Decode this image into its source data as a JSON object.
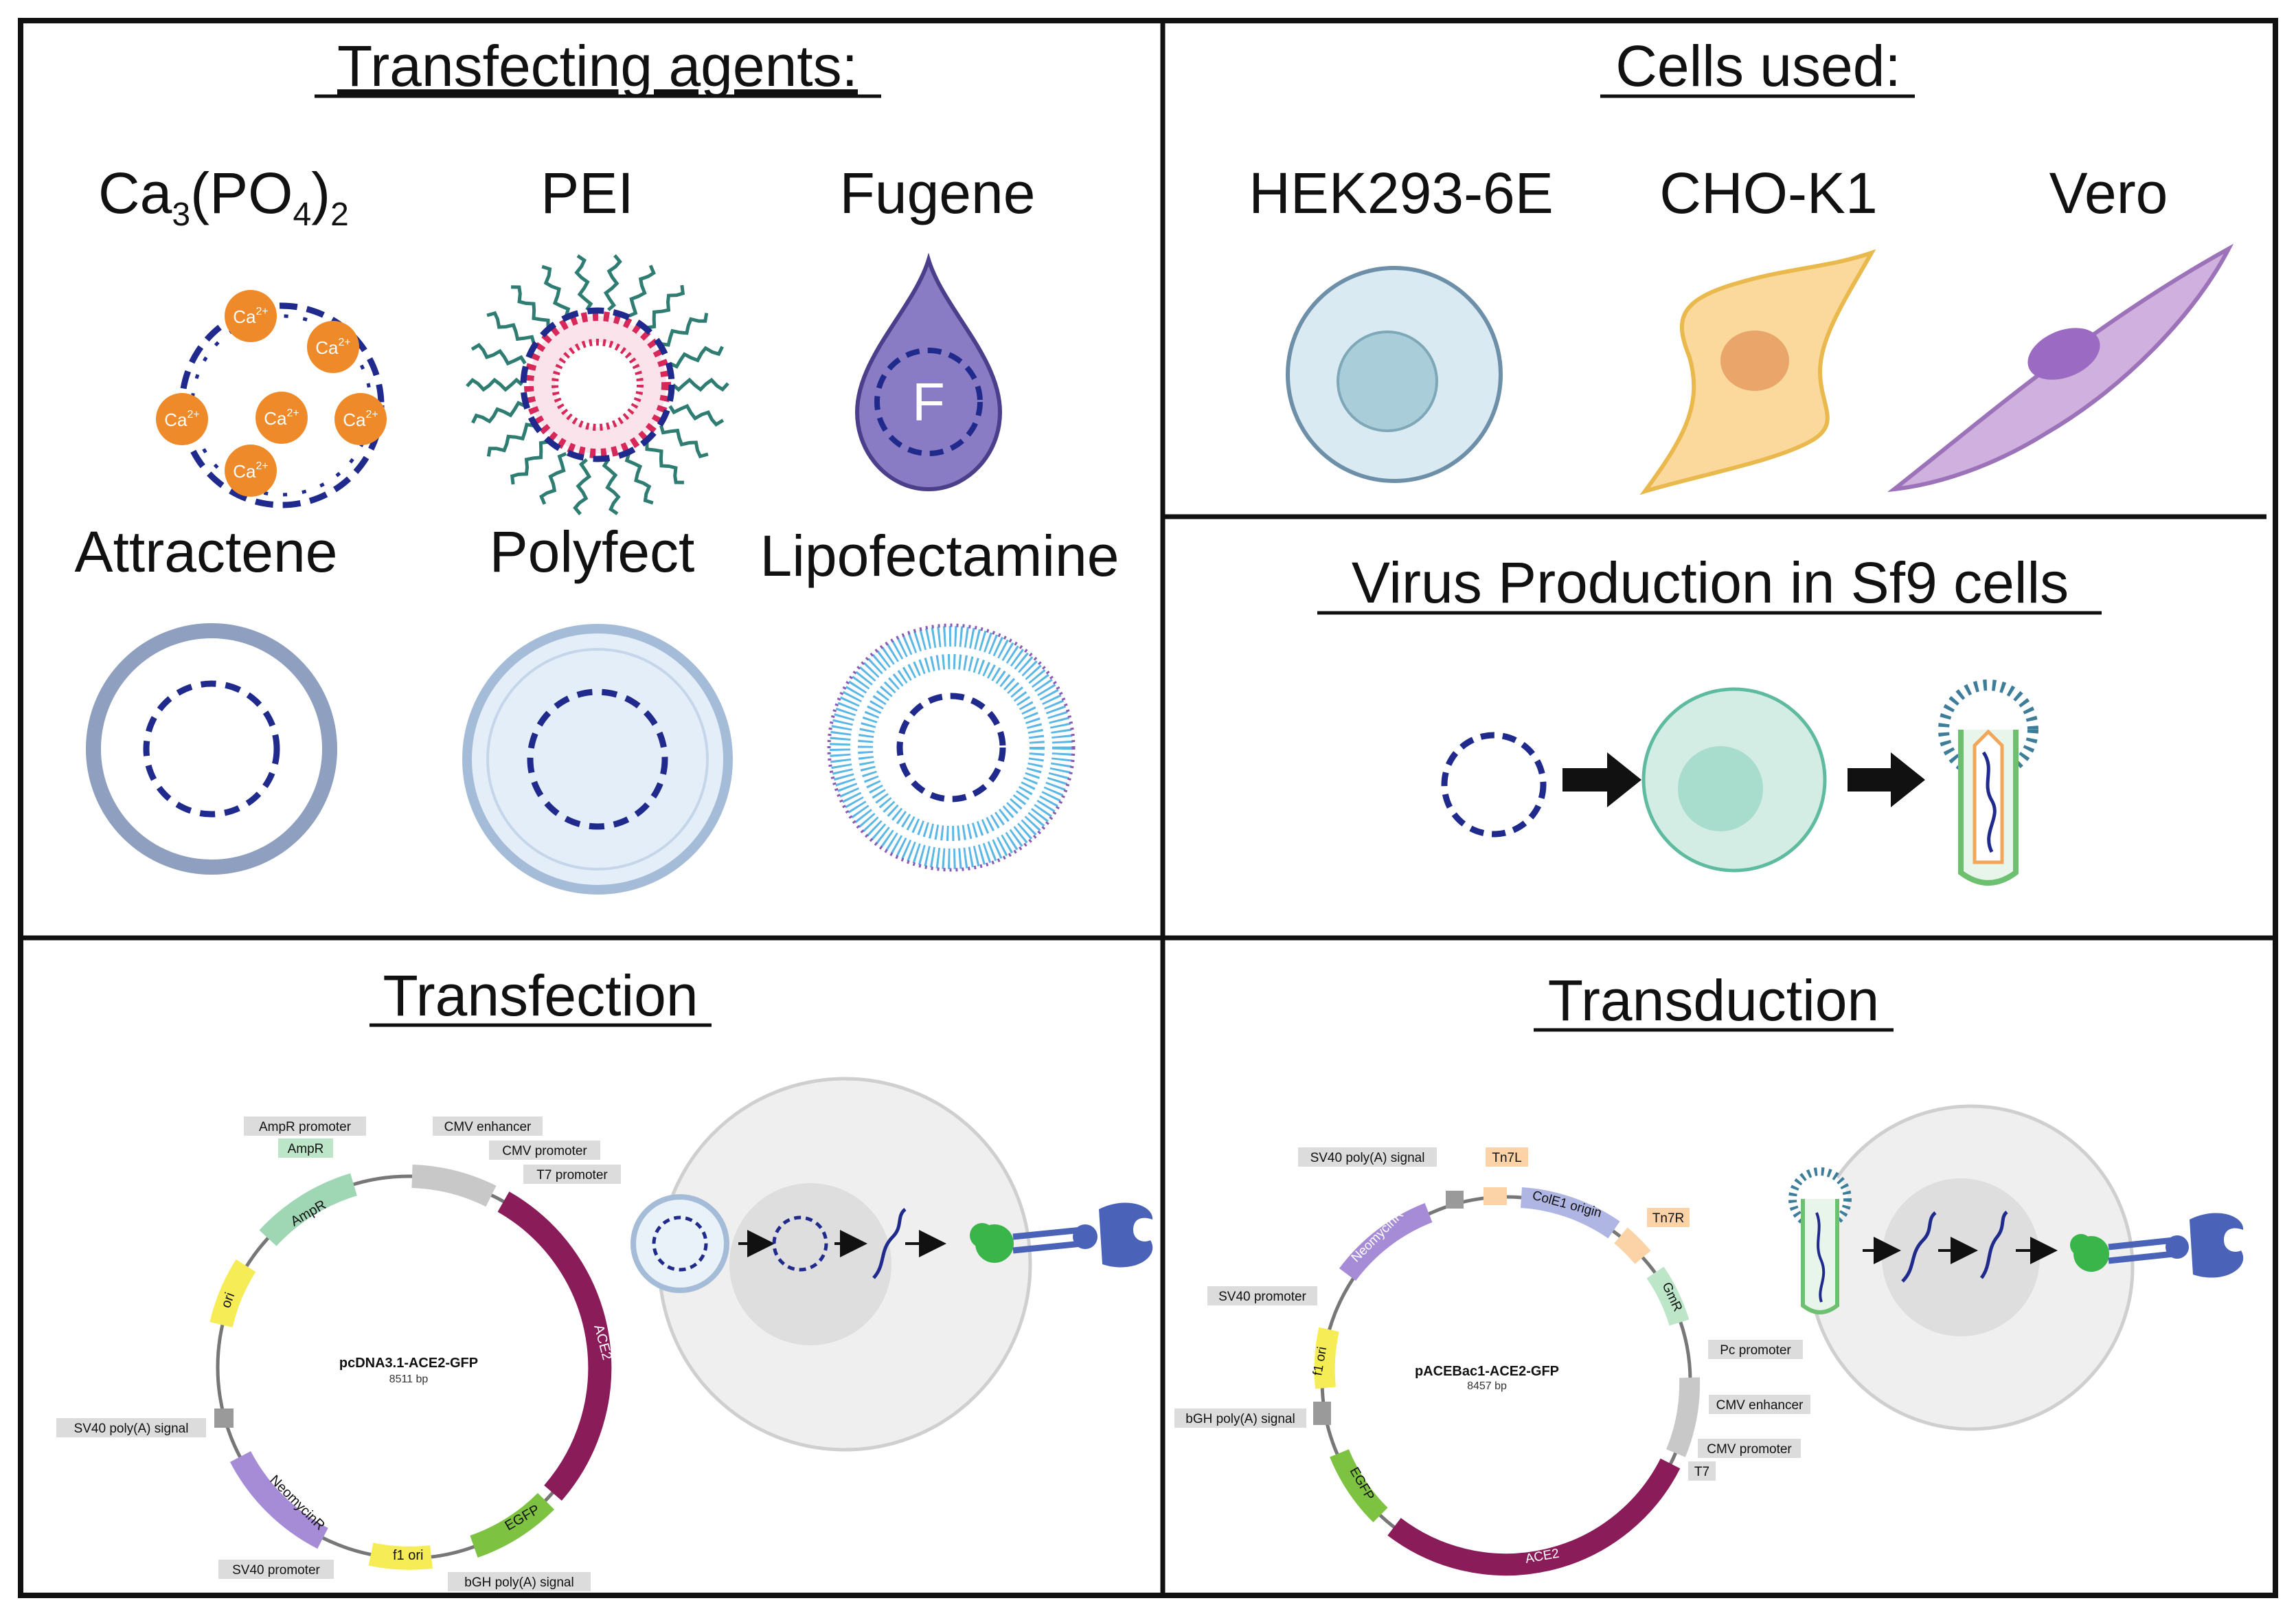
{
  "colors": {
    "dna": "#1f2a8c",
    "calcium": "#ef8a2a",
    "pei_arm": "#2f7d72",
    "pei_core": "#d8285a",
    "fugene": "#8a7cc4",
    "hek": "#cfe4ee",
    "cho": "#fbd79a",
    "vero": "#c8a8d8",
    "sf9": "#cde9df",
    "virus": "#3d7d9a",
    "ampr": "#9fd6b4",
    "ori": "#f5ec56",
    "ace2": "#8a1c5a",
    "egfp": "#7ec242",
    "neo": "#a68bd6",
    "promoter_grey": "#c8c8c8",
    "gfp_green": "#39b54a",
    "receptor": "#4a63b8",
    "tn": "#fcd3a6"
  },
  "panels": {
    "agents": {
      "title": "Transfecting agents:",
      "capo4_main": "Ca",
      "capo4_s1": "3",
      "capo4_mid": "(PO",
      "capo4_s2": "4",
      "capo4_end": ")",
      "capo4_s3": "2",
      "pei": "PEI",
      "fugene": "Fugene",
      "fugene_letter": "F",
      "attractene": "Attractene",
      "polyfect": "Polyfect",
      "lipofectamine": "Lipofectamine",
      "ca_ion": "Ca",
      "ca_charge": "2+"
    },
    "cells": {
      "title": "Cells used:",
      "hek": "HEK293-6E",
      "cho": "CHO-K1",
      "vero": "Vero"
    },
    "virus": {
      "title": "Virus Production in Sf9 cells"
    },
    "transfection": {
      "title": "Transfection",
      "plasmid_name": "pcDNA3.1-ACE2-GFP",
      "plasmid_size": "8511 bp",
      "labels": {
        "ampr_promoter": "AmpR promoter",
        "ampr_tag": "AmpR",
        "cmv_enhancer": "CMV enhancer",
        "cmv_promoter": "CMV promoter",
        "t7_promoter": "T7 promoter",
        "sv40_polya": "SV40 poly(A) signal",
        "sv40_promoter": "SV40 promoter",
        "bgh_polya": "bGH poly(A) signal"
      },
      "arcs": {
        "ampr": "AmpR",
        "ori": "ori",
        "ace2": "ACE2",
        "egfp": "EGFP",
        "neo": "NeomycinR",
        "f1ori": "f1 ori"
      }
    },
    "transduction": {
      "title": "Transduction",
      "plasmid_name": "pACEBac1-ACE2-GFP",
      "plasmid_size": "8457 bp",
      "labels": {
        "sv40_polya": "SV40 poly(A) signal",
        "tn7l": "Tn7L",
        "tn7r": "Tn7R",
        "pc_promoter": "Pc promoter",
        "cmv_enhancer": "CMV enhancer",
        "cmv_promoter": "CMV promoter",
        "t7": "T7",
        "sv40_promoter": "SV40 promoter",
        "bgh_polya": "bGH poly(A) signal"
      },
      "arcs": {
        "cole1": "ColE1 origin",
        "neo": "NeomycinR",
        "gmr": "GmR",
        "f1ori": "f1 ori",
        "egfp": "EGFP",
        "ace2": "ACE2"
      }
    }
  }
}
